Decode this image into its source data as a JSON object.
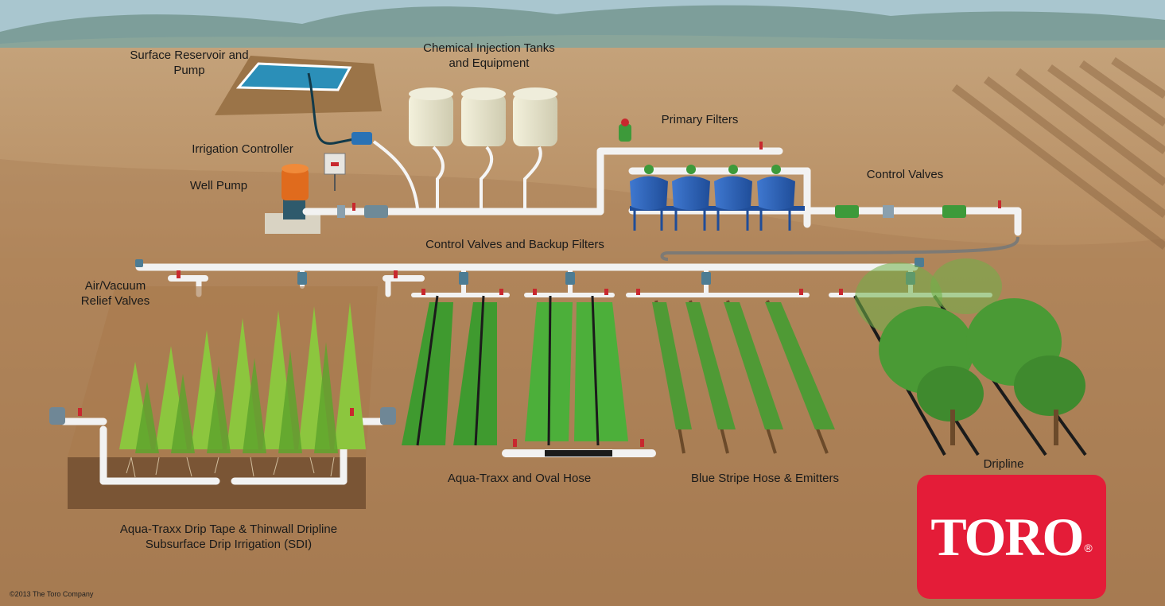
{
  "labels": {
    "surface_reservoir": [
      "Surface Reservoir and",
      "Pump"
    ],
    "chemical_tanks": [
      "Chemical Injection Tanks",
      "and Equipment"
    ],
    "primary_filters": "Primary Filters",
    "irrigation_controller": "Irrigation Controller",
    "well_pump": "Well Pump",
    "control_valves": "Control Valves",
    "control_valves_backup": "Control Valves and Backup Filters",
    "air_vacuum": [
      "Air/Vacuum",
      "Relief Valves"
    ],
    "aqua_traxx_oval": "Aqua-Traxx and Oval Hose",
    "blue_stripe": "Blue Stripe Hose & Emitters",
    "dripline": "Dripline",
    "sdi": [
      "Aqua-Traxx Drip Tape & Thinwall Dripline",
      "Subsurface Drip Irrigation (SDI)"
    ]
  },
  "copyright": "©2013 The Toro Company",
  "logo": {
    "text": "TORO",
    "registered": "®"
  },
  "colors": {
    "sky": "#a9c6cf",
    "mountains": "#7d9e9a",
    "ground": "#b58a5e",
    "pipe": "#f2f2f2",
    "filter_blue": "#2e62b8",
    "tank": "#e4e2c9",
    "crop_green": "#3f9a2f",
    "logo_red": "#e41c38",
    "valve_red": "#c8282e"
  }
}
